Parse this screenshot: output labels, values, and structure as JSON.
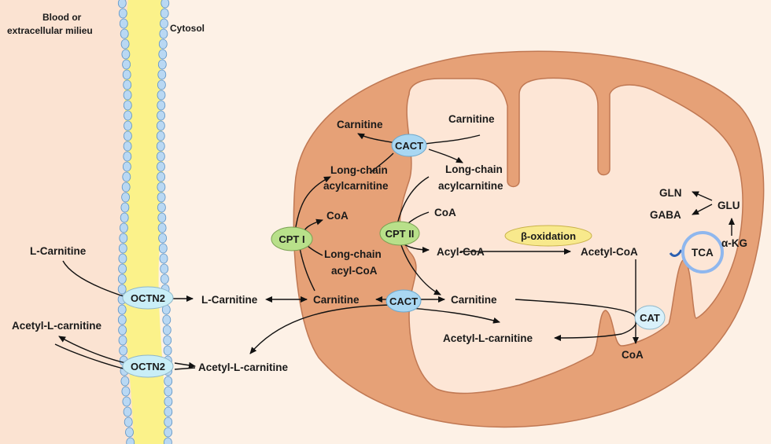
{
  "compartments": {
    "extracellular": "Blood or\nextracellular milieu",
    "cytosol": "Cytosol"
  },
  "transporters": {
    "octn2_top": "OCTN2",
    "octn2_bottom": "OCTN2",
    "cpt1": "CPT I",
    "cpt2": "CPT II",
    "cact_top": "CACT",
    "cact_bottom": "CACT",
    "cat": "CAT",
    "beta_oxidation": "β-oxidation",
    "tca": "TCA"
  },
  "metabolites": {
    "l_carnitine_ext": "L-Carnitine",
    "acetyl_l_carnitine_ext": "Acetyl-L-carnitine",
    "l_carnitine_cyt": "L-Carnitine",
    "acetyl_l_carnitine_cyt": "Acetyl-L-carnitine",
    "carnitine_ims_top": "Carnitine",
    "carnitine_matrix_top": "Carnitine",
    "long_chain_acylcarnitine_ims": "Long-chain\nacylcarnitine",
    "long_chain_acylcarnitine_matrix": "Long-chain\nacylcarnitine",
    "coa_ims": "CoA",
    "long_chain_acyl_coa": "Long-chain\nacyl-CoA",
    "carnitine_ims_bottom": "Carnitine",
    "coa_matrix": "CoA",
    "acyl_coa": "Acyl-CoA",
    "carnitine_matrix_bottom": "Carnitine",
    "acetyl_coa": "Acetyl-CoA",
    "acetyl_l_carnitine_matrix": "Acetyl-L-carnitine",
    "coa_bottom": "CoA",
    "gln": "GLN",
    "gaba": "GABA",
    "glu": "GLU",
    "akg": "α-KG"
  }
}
